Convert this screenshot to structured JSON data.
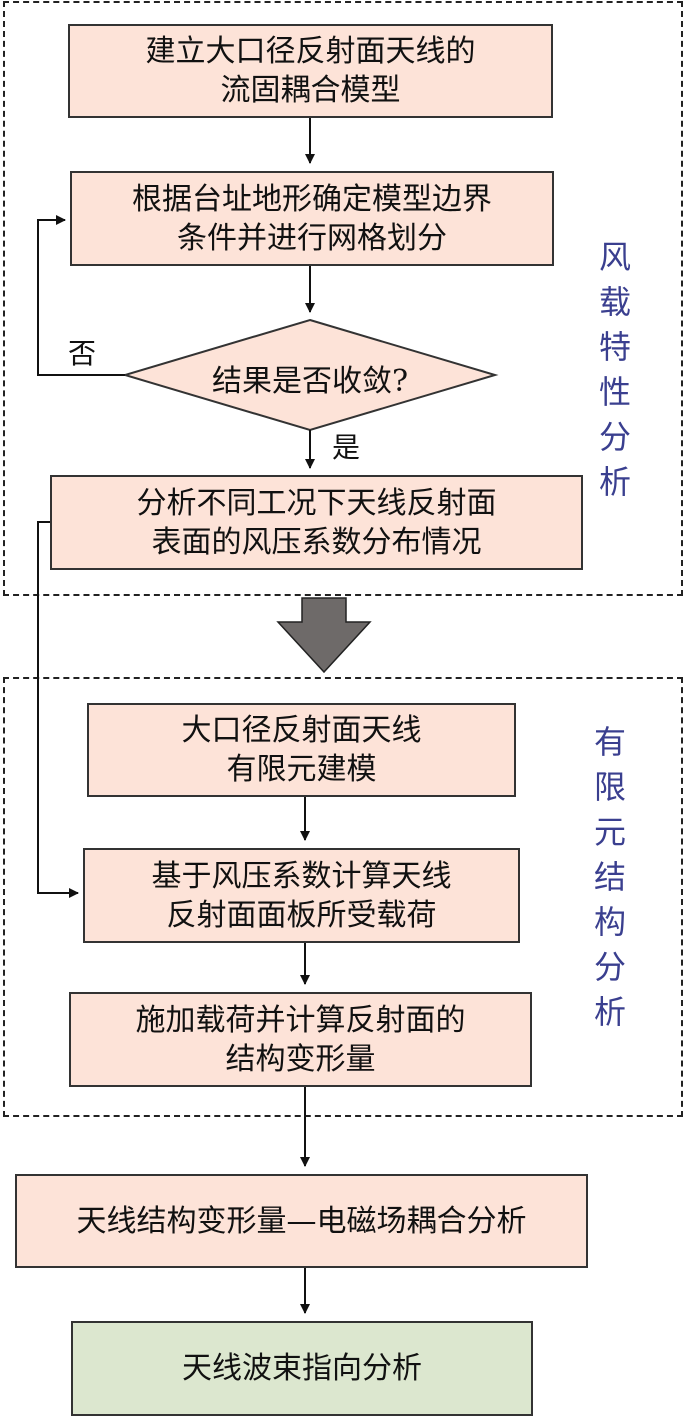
{
  "regions": {
    "wind": {
      "label": "风载\n特性\n分析"
    },
    "fem": {
      "label": "有\n限\n元\n结\n构\n分\n析"
    }
  },
  "steps": {
    "s1": "建立大口径反射面天线的\n流固耦合模型",
    "s2": "根据台址地形确定模型边界\n条件并进行网格划分",
    "decision": "结果是否收敛?",
    "s3": "分析不同工况下天线反射面\n表面的风压系数分布情况",
    "s4": "大口径反射面天线\n有限元建模",
    "s5": "基于风压系数计算天线\n反射面面板所受载荷",
    "s6": "施加载荷并计算反射面的\n结构变形量",
    "s7": "天线结构变形量—电磁场耦合分析",
    "s8": "天线波束指向分析"
  },
  "branches": {
    "no": "否",
    "yes": "是"
  },
  "colors": {
    "box_fill": "#fde3d8",
    "final_fill": "#dce7cf",
    "side_label": "#3a3f8f",
    "big_arrow": "#6e6a69"
  }
}
